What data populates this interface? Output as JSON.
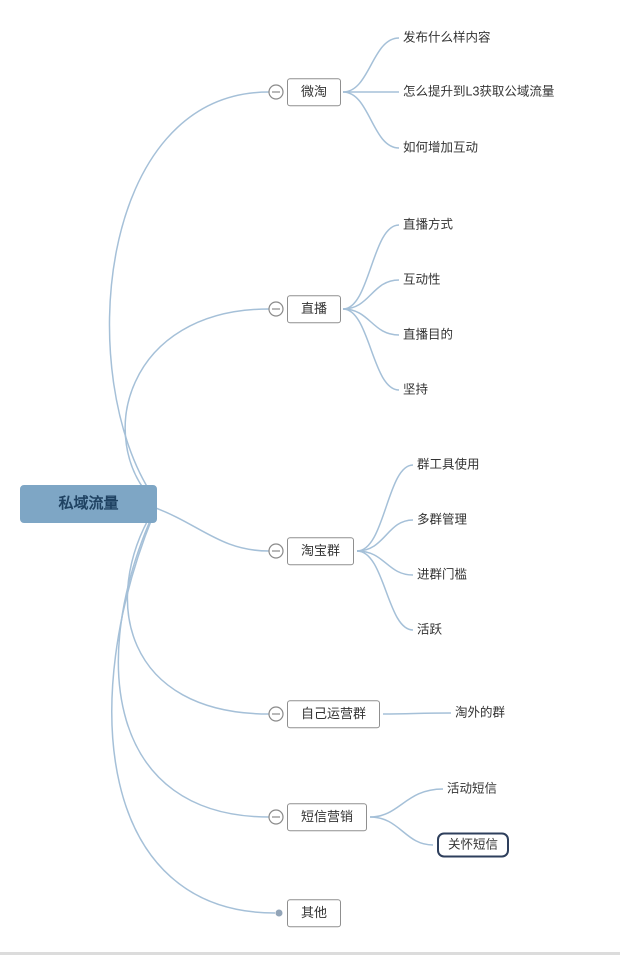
{
  "root": {
    "label": "私域流量"
  },
  "branches": [
    {
      "label": "微淘",
      "children": [
        "发布什么样内容",
        "怎么提升到L3获取公域流量",
        "如何增加互动"
      ]
    },
    {
      "label": "直播",
      "children": [
        "直播方式",
        "互动性",
        "直播目的",
        "坚持"
      ]
    },
    {
      "label": "淘宝群",
      "children": [
        "群工具使用",
        "多群管理",
        "进群门槛",
        "活跃"
      ]
    },
    {
      "label": "自己运营群",
      "children": [
        "淘外的群"
      ]
    },
    {
      "label": "短信营销",
      "children": [
        "活动短信",
        "关怀短信"
      ]
    },
    {
      "label": "其他",
      "children": []
    }
  ],
  "selected_node": "关怀短信",
  "colors": {
    "root_bg": "#7ea6c5",
    "root_text": "#1f4262",
    "connector": "#a5c0d8",
    "branch_border": "#8f8f8f",
    "selected_border": "#2e3f5c"
  }
}
